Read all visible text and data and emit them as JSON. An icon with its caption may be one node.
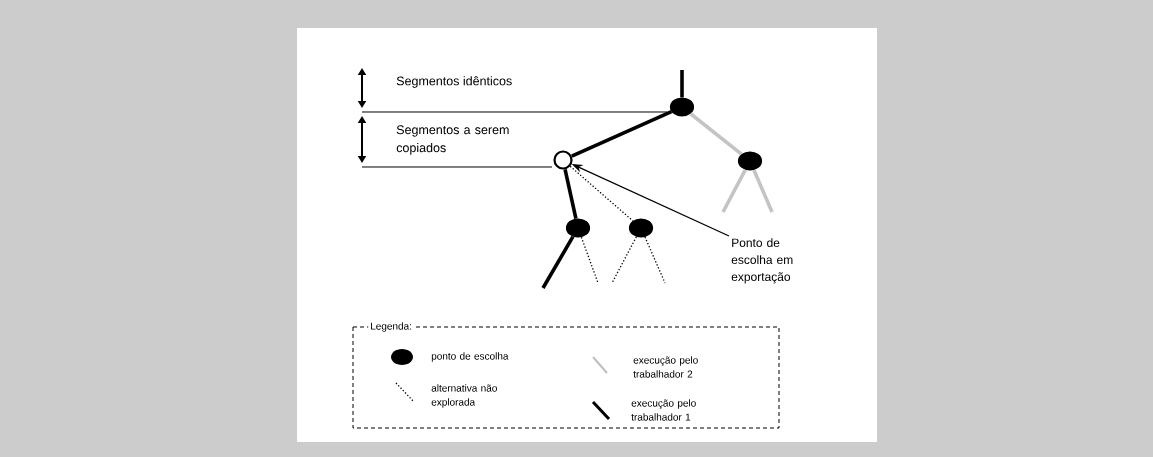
{
  "diagram": {
    "nodes": [
      {
        "text": [],
        "shape": "circle"
      },
      {
        "text": [],
        "shape": "circle"
      },
      {
        "text": [],
        "shape": "circle"
      },
      {
        "text": [],
        "shape": "circle"
      },
      {
        "text": [],
        "shape": "circle"
      },
      {
        "text": [
          "Ponto de escolha em exportação"
        ]
      }
    ],
    "edges": [
      {
        "from": null,
        "to": 0,
        "arrow": "none"
      },
      {
        "from": 0,
        "to": 1,
        "arrow": "none"
      },
      {
        "from": 0,
        "to": 2,
        "arrow": "none",
        "color": "#c4c4c4"
      },
      {
        "from": 2,
        "to": null,
        "arrow": "none",
        "color": "#c4c4c4"
      },
      {
        "from": 2,
        "to": null,
        "arrow": "none",
        "color": "#c4c4c4"
      },
      {
        "from": 1,
        "to": 3,
        "arrow": "none"
      },
      {
        "from": 1,
        "to": 4,
        "arrow": "none",
        "style": "dashed"
      },
      {
        "from": 3,
        "to": null,
        "arrow": "none"
      },
      {
        "from": 3,
        "to": null,
        "arrow": "none",
        "style": "dashed"
      },
      {
        "from": 4,
        "to": null,
        "arrow": "none",
        "style": "dashed"
      },
      {
        "from": 4,
        "to": null,
        "arrow": "none",
        "style": "dashed"
      },
      {
        "from": 5,
        "to": 1,
        "arrow": "to"
      }
    ],
    "labels": [
      "Segmentos idênticos",
      "Segmentos a serem copiados",
      "Legenda:"
    ],
    "legend": [
      {
        "text": "ponto de escolha"
      },
      {
        "text": "alternativa não explorada"
      },
      {
        "text": "execução pelo trabalhador 2"
      },
      {
        "text": "execução pelo trabalhador 1"
      }
    ]
  }
}
